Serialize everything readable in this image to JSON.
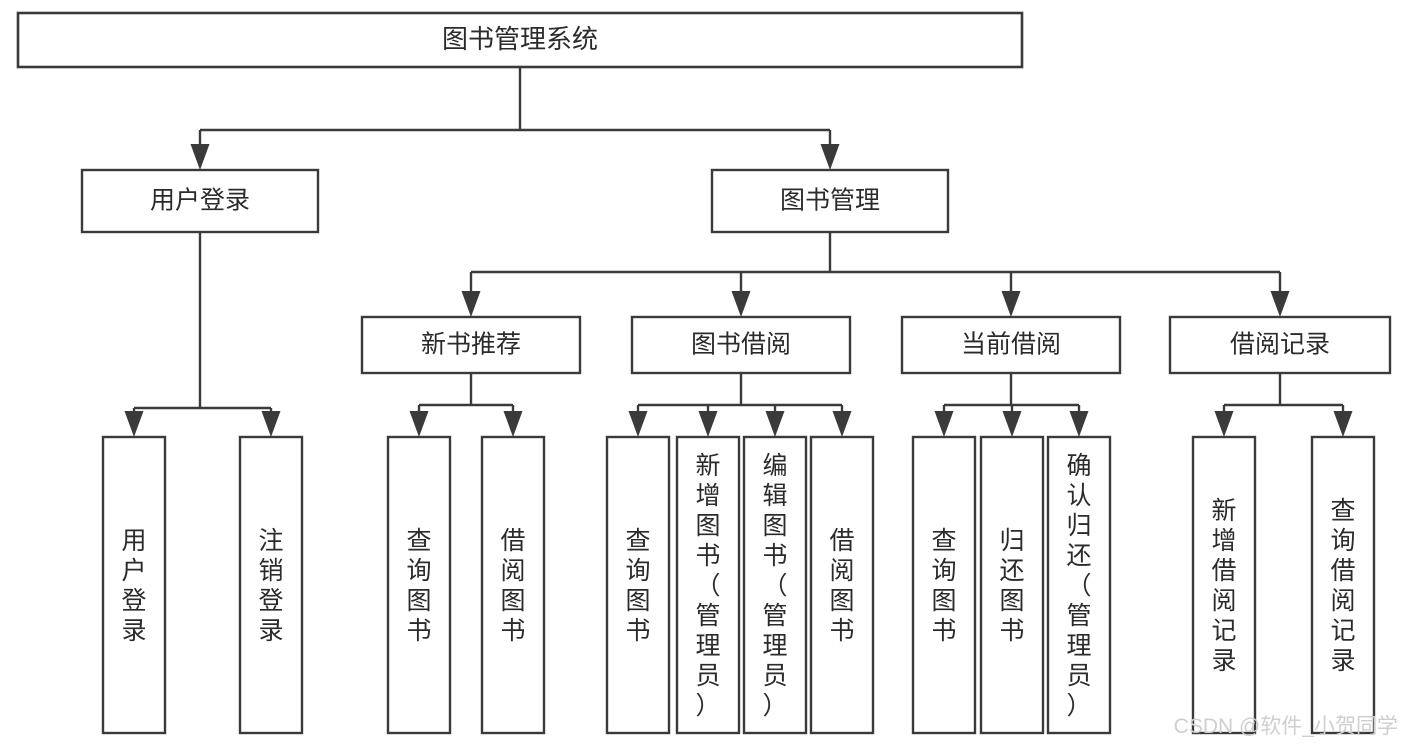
{
  "diagram": {
    "title": "图书管理系统",
    "type": "tree-hierarchy-chart",
    "orientation": "top-down",
    "colors": {
      "background": "#ffffff",
      "stroke": "#3a3a3a",
      "box_fill": "#ffffff",
      "text": "#2b2b2b",
      "watermark": "#cfcfcf"
    },
    "levels": [
      {
        "level": 1,
        "nodes": [
          {
            "id": "root",
            "label": "图书管理系统",
            "orientation": "horizontal"
          }
        ]
      },
      {
        "level": 2,
        "nodes": [
          {
            "id": "login",
            "label": "用户登录",
            "orientation": "horizontal",
            "parent": "root"
          },
          {
            "id": "bookmgmt",
            "label": "图书管理",
            "orientation": "horizontal",
            "parent": "root"
          }
        ]
      },
      {
        "level": 3,
        "nodes": [
          {
            "id": "newbook",
            "label": "新书推荐",
            "orientation": "horizontal",
            "parent": "bookmgmt"
          },
          {
            "id": "borrow",
            "label": "图书借阅",
            "orientation": "horizontal",
            "parent": "bookmgmt"
          },
          {
            "id": "current",
            "label": "当前借阅",
            "orientation": "horizontal",
            "parent": "bookmgmt"
          },
          {
            "id": "record",
            "label": "借阅记录",
            "orientation": "horizontal",
            "parent": "bookmgmt"
          }
        ]
      },
      {
        "level": 4,
        "nodes": [
          {
            "id": "leaf-1",
            "label": "用户登录",
            "orientation": "vertical",
            "parent": "login"
          },
          {
            "id": "leaf-2",
            "label": "注销登录",
            "orientation": "vertical",
            "parent": "login"
          },
          {
            "id": "leaf-3",
            "label": "查询图书",
            "orientation": "vertical",
            "parent": "newbook"
          },
          {
            "id": "leaf-4",
            "label": "借阅图书",
            "orientation": "vertical",
            "parent": "newbook"
          },
          {
            "id": "leaf-5",
            "label": "查询图书",
            "orientation": "vertical",
            "parent": "borrow"
          },
          {
            "id": "leaf-6",
            "label": "新增图书（管理员）",
            "orientation": "vertical",
            "parent": "borrow"
          },
          {
            "id": "leaf-7",
            "label": "编辑图书（管理员）",
            "orientation": "vertical",
            "parent": "borrow"
          },
          {
            "id": "leaf-8",
            "label": "借阅图书",
            "orientation": "vertical",
            "parent": "borrow"
          },
          {
            "id": "leaf-9",
            "label": "查询图书",
            "orientation": "vertical",
            "parent": "current"
          },
          {
            "id": "leaf-10",
            "label": "归还图书",
            "orientation": "vertical",
            "parent": "current"
          },
          {
            "id": "leaf-11",
            "label": "确认归还（管理员）",
            "orientation": "vertical",
            "parent": "current"
          },
          {
            "id": "leaf-12",
            "label": "新增借阅记录",
            "orientation": "vertical",
            "parent": "record"
          },
          {
            "id": "leaf-13",
            "label": "查询借阅记录",
            "orientation": "vertical",
            "parent": "record"
          }
        ]
      }
    ]
  },
  "watermark": {
    "text": "CSDN @软件_小贺同学"
  }
}
